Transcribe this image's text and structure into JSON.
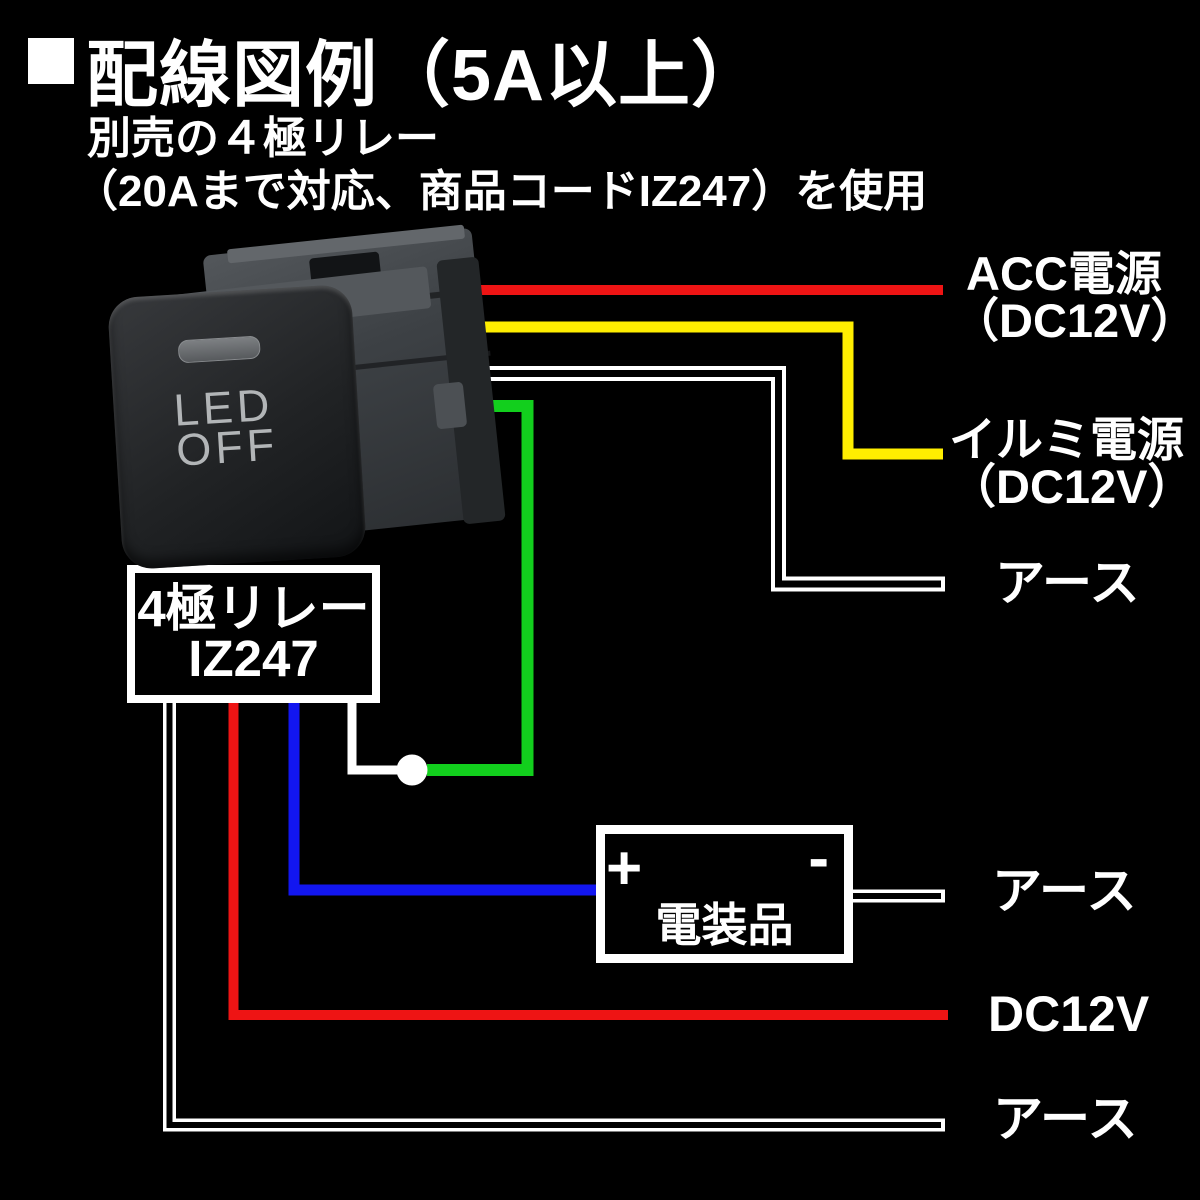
{
  "title": {
    "bullet": "■",
    "text": "配線図例（5A以上）"
  },
  "subtitle": {
    "line1": "別売の４極リレー",
    "line2": "（20Aまで対応、商品コードIZ247）を使用"
  },
  "switch": {
    "face_line1": "LED",
    "face_line2": "OFF"
  },
  "labels": {
    "acc": {
      "line1": "ACC電源",
      "line2": "（DC12V）"
    },
    "illumination": {
      "line1": "イルミ電源",
      "line2": "（DC12V）"
    },
    "earth_top": "アース",
    "earth_mid": "アース",
    "dc12v": "DC12V",
    "earth_bottom": "アース"
  },
  "relay_box": {
    "line1": "4極リレー",
    "line2": "IZ247"
  },
  "device_box": {
    "plus": "+",
    "minus": "-",
    "label": "電装品"
  },
  "colors": {
    "background": "#000000",
    "text": "#ffffff",
    "acc_wire_red": "#ee1414",
    "illumination_wire_yellow": "#ffee00",
    "switch_output_wire_green": "#12cf1d",
    "device_positive_wire_blue": "#1216f0",
    "earth_wire_white": "#ffffff",
    "wire_core_black": "#000000",
    "box_fill": "#000000",
    "box_border": "#ffffff"
  }
}
